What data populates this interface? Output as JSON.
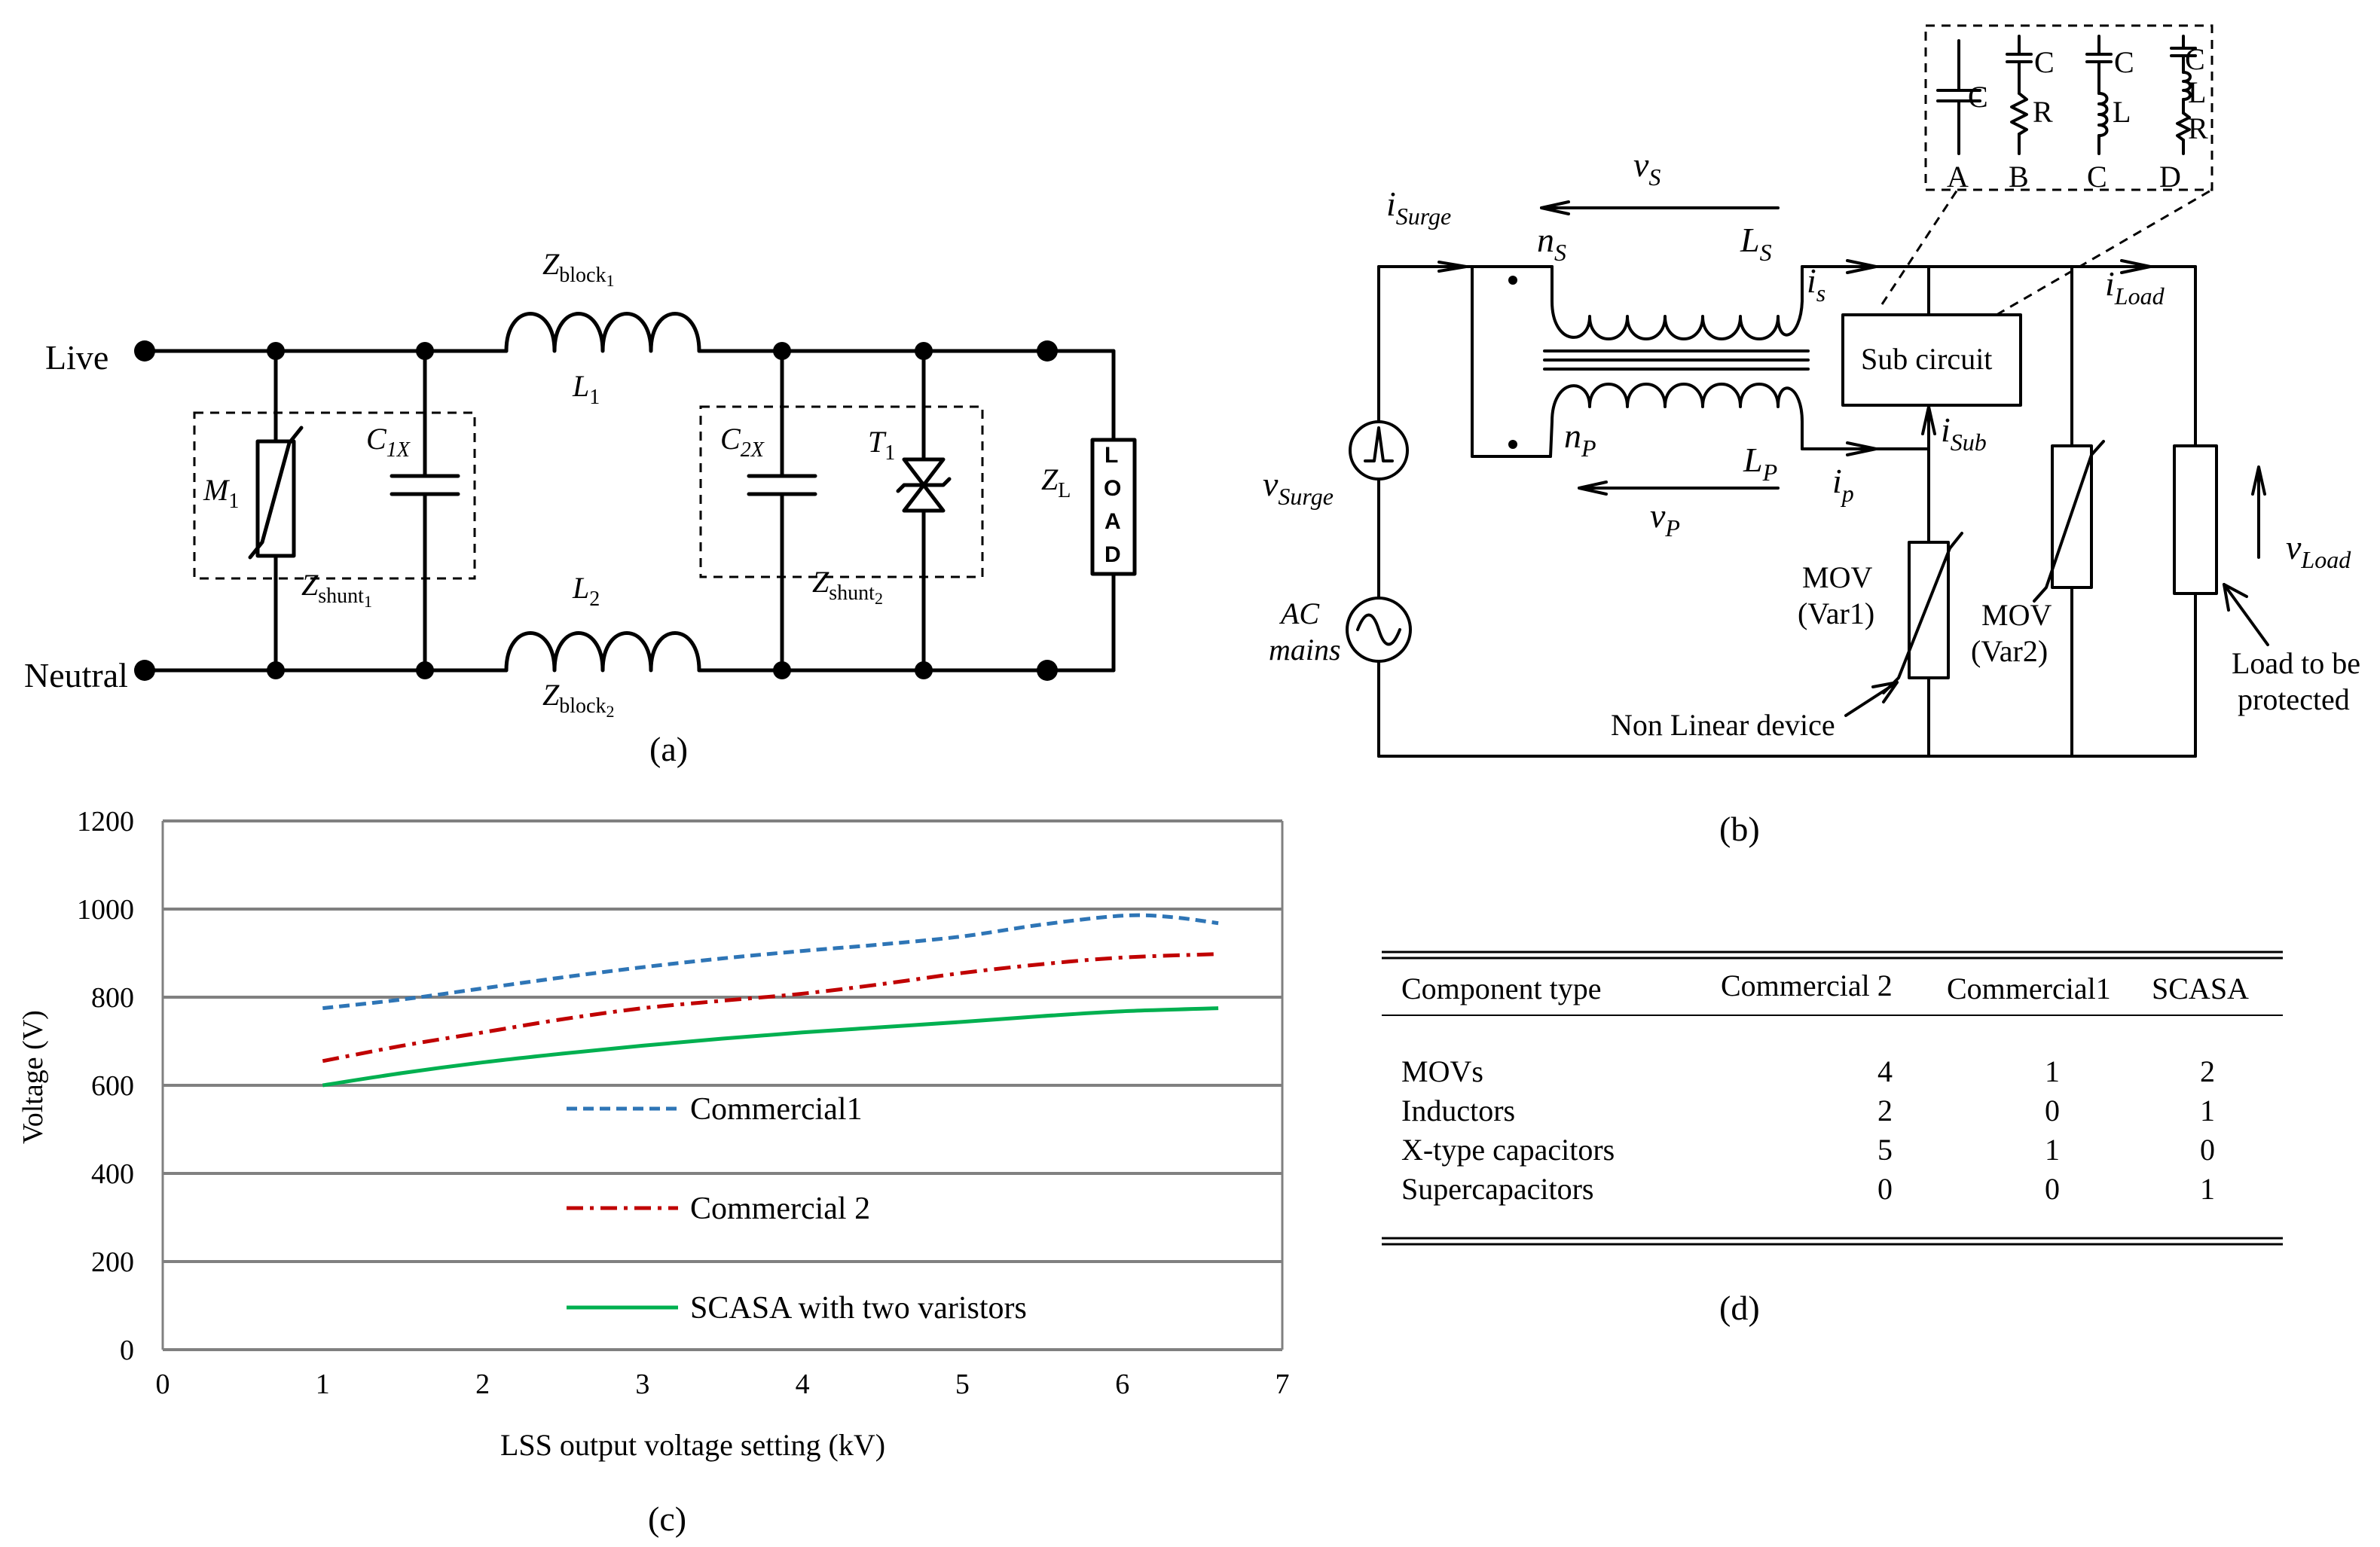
{
  "panel_a": {
    "caption": "(a)",
    "live": "Live",
    "neutral": "Neutral",
    "zblock1": "Z",
    "zblock1_sub": "block",
    "zblock1_subsub": "1",
    "zblock2": "Z",
    "zblock2_sub": "block",
    "zblock2_subsub": "2",
    "l1": "L",
    "l1_sub": "1",
    "l2": "L",
    "l2_sub": "2",
    "m1": "M",
    "m1_sub": "1",
    "c1x": "C",
    "c1x_sub": "1X",
    "c2x": "C",
    "c2x_sub": "2X",
    "t1": "T",
    "t1_sub": "1",
    "zshunt1": "Z",
    "zshunt1_sub": "shunt",
    "zshunt1_subsub": "1",
    "zshunt2": "Z",
    "zshunt2_sub": "shunt",
    "zshunt2_subsub": "2",
    "zl": "Z",
    "zl_sub": "L",
    "load_letters": [
      "L",
      "O",
      "A",
      "D"
    ]
  },
  "panel_b": {
    "caption": "(b)",
    "i_surge": "i",
    "i_surge_sub": "Surge",
    "v_s": "v",
    "v_s_sub": "S",
    "n_s": "n",
    "n_s_sub": "S",
    "l_s": "L",
    "l_s_sub": "S",
    "i_s": "i",
    "i_s_sub": "s",
    "n_p": "n",
    "n_p_sub": "P",
    "l_p": "L",
    "l_p_sub": "P",
    "i_p": "i",
    "i_p_sub": "p",
    "v_p": "v",
    "v_p_sub": "P",
    "i_sub": "i",
    "i_sub_sub": "Sub",
    "i_load": "i",
    "i_load_sub": "Load",
    "v_surge": "v",
    "v_surge_sub": "Surge",
    "v_load": "v",
    "v_load_sub": "Load",
    "ac_mains_1": "AC",
    "ac_mains_2": "mains",
    "sub_circuit": "Sub circuit",
    "mov1_1": "MOV",
    "mov1_2": "(Var1)",
    "mov2_1": "MOV",
    "mov2_2": "(Var2)",
    "nonlinear": "Non Linear device",
    "load_protect_1": "Load to be",
    "load_protect_2": "protected",
    "inset": {
      "options": [
        "A",
        "B",
        "C",
        "D"
      ],
      "c_label": "C",
      "r_label": "R",
      "l_label": "L"
    }
  },
  "panel_c": {
    "caption": "(c)"
  },
  "chart_data": {
    "type": "line",
    "xlabel": "LSS output voltage setting (kV)",
    "ylabel": "Voltage (V)",
    "xlim": [
      0,
      7
    ],
    "ylim": [
      0,
      1200
    ],
    "xticks": [
      0,
      1,
      2,
      3,
      4,
      5,
      6,
      7
    ],
    "yticks": [
      0,
      200,
      400,
      600,
      800,
      1000,
      1200
    ],
    "grid": "horizontal",
    "legend_position": "center",
    "series": [
      {
        "name": "Commercial1",
        "color": "#2E75B6",
        "style": "dashed",
        "x": [
          1,
          1.5,
          2,
          2.5,
          3,
          3.5,
          4,
          4.5,
          5,
          5.5,
          6,
          6.3,
          6.6
        ],
        "y": [
          775,
          795,
          820,
          845,
          868,
          888,
          905,
          920,
          938,
          965,
          985,
          982,
          968
        ]
      },
      {
        "name": "Commercial 2",
        "color": "#C00000",
        "style": "dashdot",
        "x": [
          1,
          1.5,
          2,
          2.5,
          3,
          3.5,
          4,
          4.5,
          5,
          5.5,
          6,
          6.6
        ],
        "y": [
          655,
          690,
          720,
          750,
          775,
          792,
          808,
          830,
          855,
          875,
          890,
          898
        ]
      },
      {
        "name": "SCASA with two varistors",
        "color": "#00B050",
        "style": "solid",
        "x": [
          1,
          1.5,
          2,
          2.5,
          3,
          3.5,
          4,
          4.5,
          5,
          5.5,
          6,
          6.6
        ],
        "y": [
          600,
          628,
          652,
          672,
          690,
          706,
          720,
          732,
          744,
          757,
          768,
          775
        ]
      }
    ]
  },
  "panel_d": {
    "caption": "(d)",
    "headers": [
      "Component type",
      "Commercial 2",
      "Commercial1",
      "SCASA"
    ],
    "rows": [
      [
        "MOVs",
        "4",
        "1",
        "2"
      ],
      [
        "Inductors",
        "2",
        "0",
        "1"
      ],
      [
        "X-type capacitors",
        "5",
        "1",
        "0"
      ],
      [
        "Supercapacitors",
        "0",
        "0",
        "1"
      ]
    ]
  }
}
